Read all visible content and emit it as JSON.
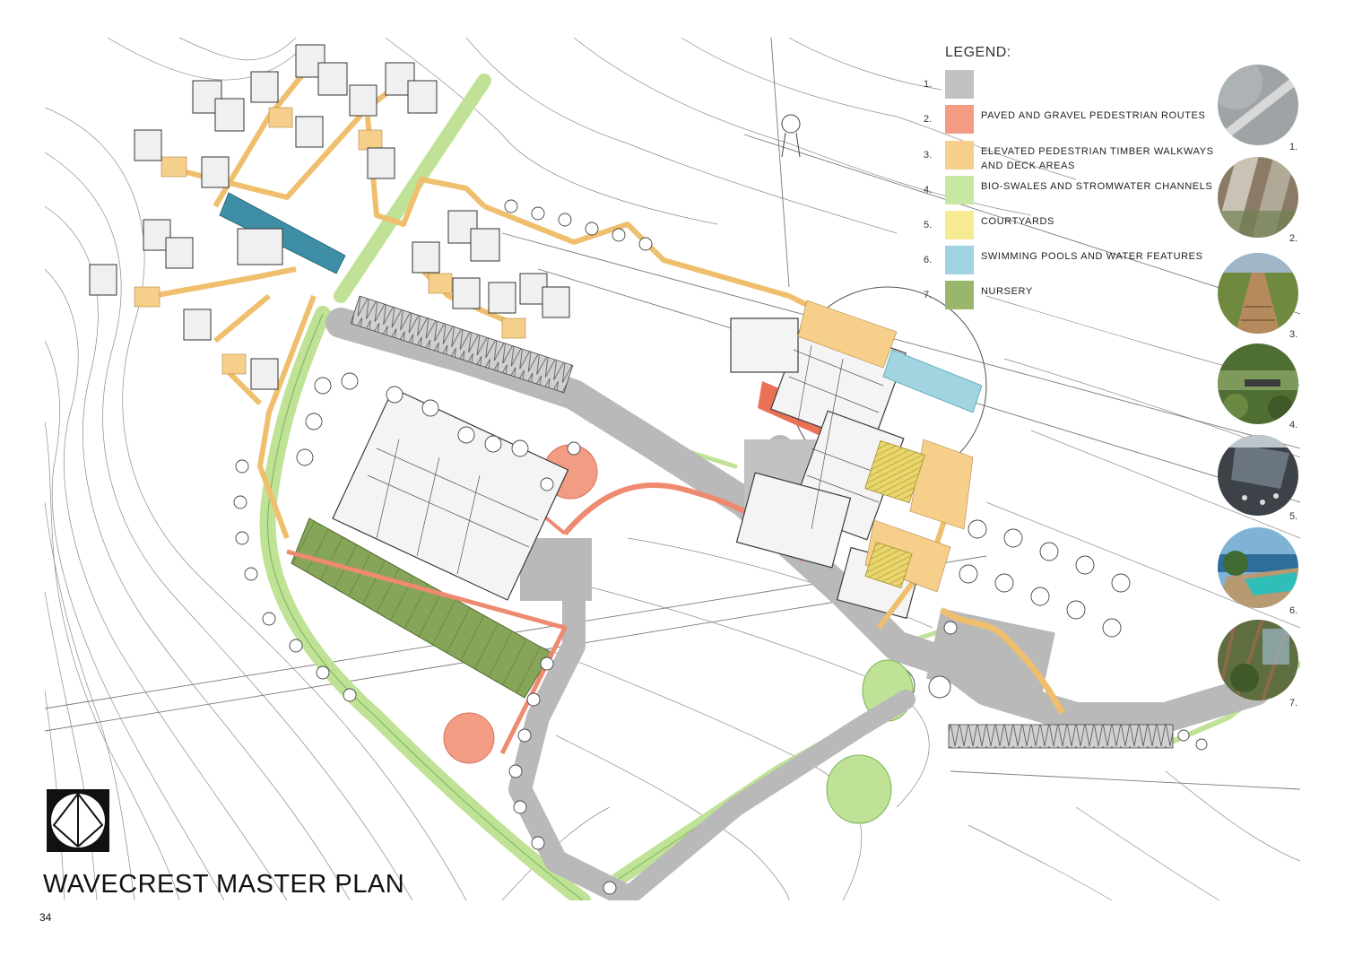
{
  "page": {
    "title": "WAVECREST MASTER PLAN",
    "page_number": "34"
  },
  "legend": {
    "title": "LEGEND:",
    "items": [
      {
        "num": "1.",
        "label": "",
        "color": "#c2c2c2"
      },
      {
        "num": "2.",
        "label": "PAVED AND GRAVEL PEDESTRIAN ROUTES",
        "color": "#f29c84"
      },
      {
        "num": "3.",
        "label": "ELEVATED PEDESTRIAN TIMBER WALKWAYS AND DECK AREAS",
        "color": "#f6cf8a"
      },
      {
        "num": "4.",
        "label": "BIO-SWALES AND STROMWATER CHANNELS",
        "color": "#c8e7a2"
      },
      {
        "num": "5.",
        "label": "COURTYARDS",
        "color": "#f7eb92"
      },
      {
        "num": "6.",
        "label": "SWIMMING POOLS AND WATER FEATURES",
        "color": "#9fd4e0"
      },
      {
        "num": "7.",
        "label": "NURSERY",
        "color": "#98b76a"
      }
    ]
  },
  "thumbnails": [
    {
      "num": "1.",
      "icon": "paving-photo"
    },
    {
      "num": "2.",
      "icon": "gravel-path-photo"
    },
    {
      "num": "3.",
      "icon": "timber-boardwalk-photo"
    },
    {
      "num": "4.",
      "icon": "bioswale-photo"
    },
    {
      "num": "5.",
      "icon": "courtyard-photo"
    },
    {
      "num": "6.",
      "icon": "swimming-pool-photo"
    },
    {
      "num": "7.",
      "icon": "nursery-greenhouse-photo"
    }
  ],
  "colors": {
    "road": "#b9b9b9",
    "pedestrian": "#ee8a70",
    "timber": "#f0bf6e",
    "bioswale": "#bfe296",
    "courtyard": "#e8d56a",
    "pool": "#3e8fa6",
    "nursery": "#7f9e52",
    "linework": "#6b6b6b"
  }
}
